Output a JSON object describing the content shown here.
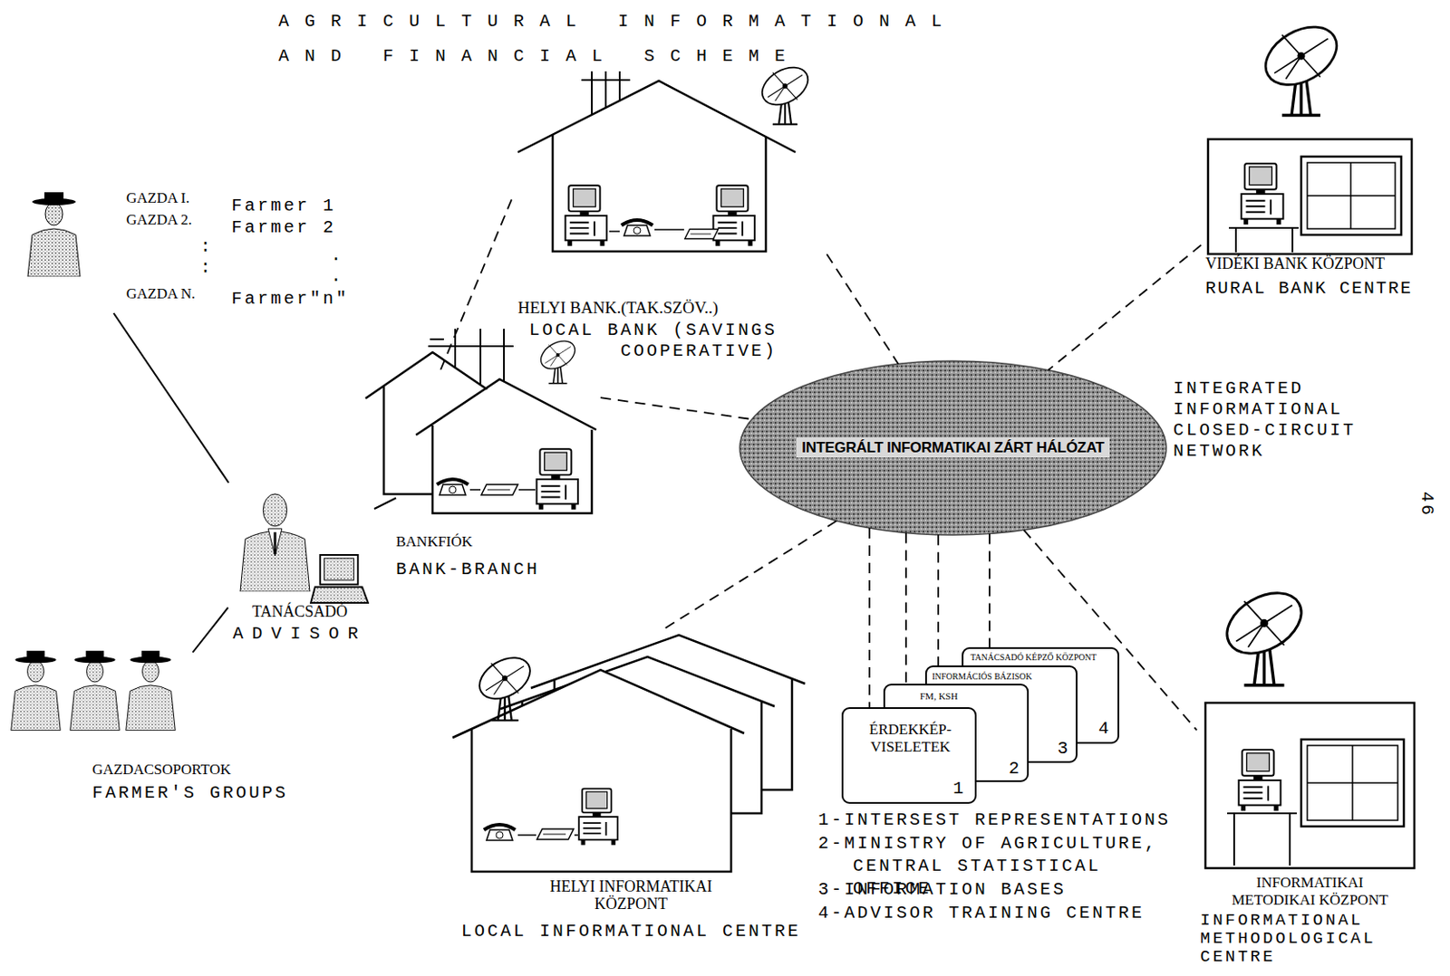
{
  "diagram": {
    "title": "AGRICULTURAL INFORMATIONAL AND FINANCIAL SCHEME",
    "nodes": [
      {
        "text": [
          "HELYI BANK.(TAK.SZÖV..)",
          "LOCAL BANK (SAVINGS COOPERATIVE)"
        ]
      },
      {
        "text": [
          "VIDÉKI BANK KÖZPONT",
          "RURAL BANK CENTRE"
        ]
      },
      {
        "text": [
          "GAZDA I.",
          "Farmer 1",
          "GAZDA 2.",
          "Farmer 2",
          "GAZDA N.",
          "Farmer\"n\""
        ]
      },
      {
        "text": [
          "BANKFIÓK",
          "BANK-BRANCH"
        ]
      },
      {
        "text": [
          "INTEGRÁLT INFORMATIKAI ZÁRT HÁLÓZAT",
          "INTEGRATED INFORMATIONAL CLOSED-CIRCUIT NETWORK"
        ]
      },
      {
        "text": [
          "TANÁCSADÓ",
          "ADVISOR"
        ]
      },
      {
        "text": [
          "GAZDACSOPORTOK",
          "FARMER'S GROUPS"
        ]
      },
      {
        "text": [
          "HELYI INFORMATIKAI KÖZPONT",
          "LOCAL INFORMATIONAL CENTRE"
        ]
      },
      {
        "text": [
          "ÉRDEKKÉP- VISELETEK",
          "1"
        ]
      },
      {
        "text": [
          "FM, KSH",
          "2"
        ]
      },
      {
        "text": [
          "INFORMÁCIÓS BÁZISOK",
          "3"
        ]
      },
      {
        "text": [
          "TANÁCSADÓ KÉPZŐ KÖZPONT",
          "4"
        ]
      },
      {
        "text": [
          "INFORMATIKAI METODIKAI KÖZPONT",
          "INFORMATIONAL METHODOLOGICAL CENTRE"
        ]
      }
    ],
    "edges": [
      {
        "from": 2,
        "to": 5,
        "arrow": "none"
      },
      {
        "from": 6,
        "to": 5,
        "arrow": "none"
      },
      {
        "from": 5,
        "to": 3,
        "arrow": "none"
      },
      {
        "from": 3,
        "to": 0,
        "arrow": "none"
      },
      {
        "from": 3,
        "to": 4,
        "arrow": "none"
      },
      {
        "from": 0,
        "to": 4,
        "arrow": "none"
      },
      {
        "from": 1,
        "to": 4,
        "arrow": "none"
      },
      {
        "from": 4,
        "to": 7,
        "arrow": "none"
      },
      {
        "from": 4,
        "to": 8,
        "arrow": "none"
      },
      {
        "from": 4,
        "to": 9,
        "arrow": "none"
      },
      {
        "from": 4,
        "to": 10,
        "arrow": "none"
      },
      {
        "from": 4,
        "to": 11,
        "arrow": "none"
      },
      {
        "from": 4,
        "to": 12,
        "arrow": "none"
      }
    ],
    "labels": [
      ":",
      ":",
      ".",
      ".",
      "1-INTERSEST REPRESENTATIONS",
      "2-MINISTRY OF AGRICULTURE, CENTRAL STATISTICAL OFFICE",
      "3-INFORMATION BASES",
      "4-ADVISOR TRAINING CENTRE",
      "46"
    ]
  }
}
